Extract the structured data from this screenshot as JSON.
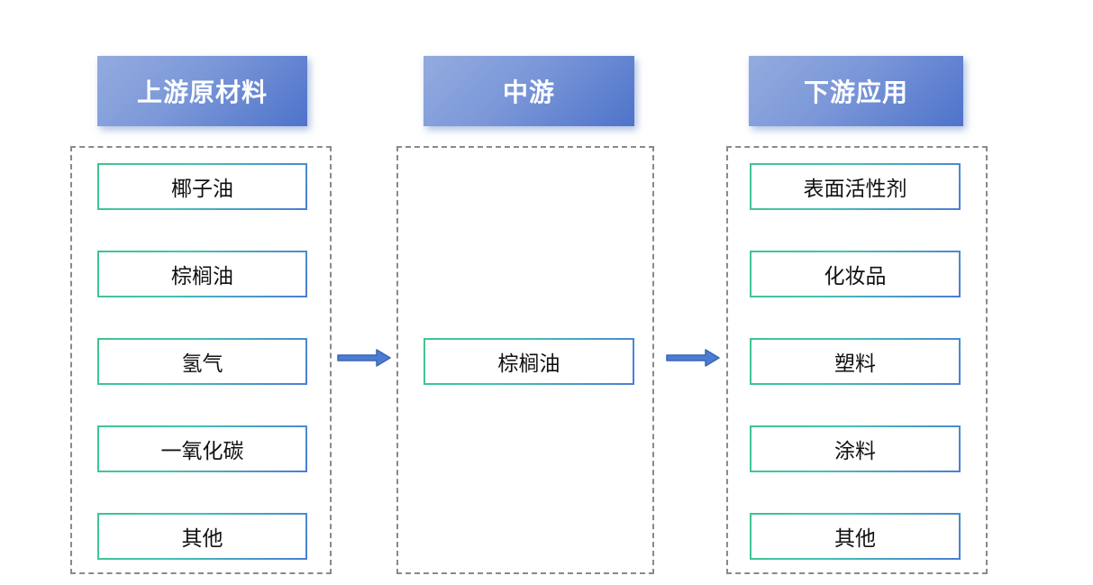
{
  "diagram": {
    "columns": [
      {
        "id": "upstream",
        "header": "上游原材料",
        "items": [
          "椰子油",
          "棕榈油",
          "氢气",
          "一氧化碳",
          "其他"
        ]
      },
      {
        "id": "midstream",
        "header": "中游",
        "items": [
          "棕榈油"
        ]
      },
      {
        "id": "downstream",
        "header": "下游应用",
        "items": [
          "表面活性剂",
          "化妆品",
          "塑料",
          "涂料",
          "其他"
        ]
      }
    ],
    "arrows": [
      {
        "from": "upstream",
        "to": "midstream",
        "direction": "right"
      },
      {
        "from": "midstream",
        "to": "downstream",
        "direction": "right"
      }
    ],
    "colors": {
      "header_gradient_start": "#93acdf",
      "header_gradient_end": "#4e73ca",
      "header_text": "#ffffff",
      "item_border_gradient_start": "#3fc48e",
      "item_border_gradient_end": "#4b7dd6",
      "item_background": "#ffffff",
      "item_text": "#111111",
      "arrow_fill": "#4c7cd1",
      "arrow_outline": "#3a65b5",
      "container_dashed_border": "#8a8a8a"
    }
  }
}
